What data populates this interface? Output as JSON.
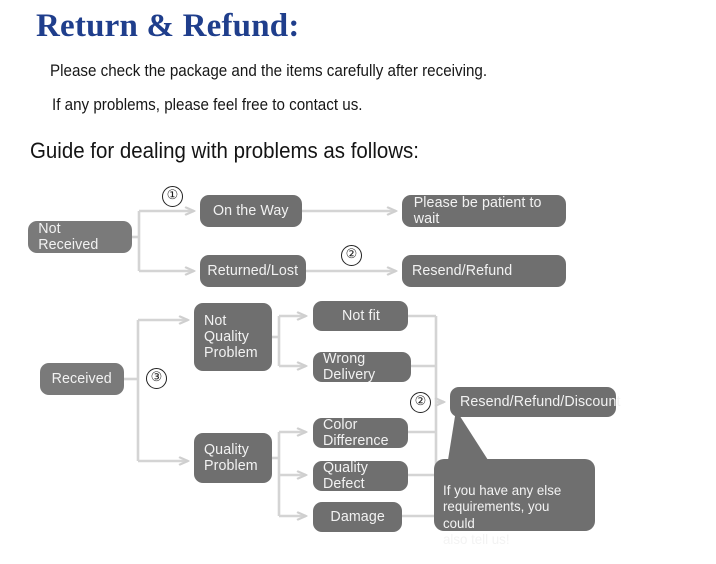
{
  "header": {
    "title": "Return & Refund:",
    "line1": "Please check the package and the items carefully after receiving.",
    "line2": "If any problems, please feel free to contact us.",
    "guide": "Guide for dealing with problems as follows:"
  },
  "colors": {
    "title": "#1f3e8c",
    "node_fill": "#6f6f6f",
    "node_fill_light": "#7a7a7a",
    "node_text": "#f2f2f2",
    "wire": "#d2d2d2",
    "page_bg": "#ffffff"
  },
  "flowchart": {
    "markers": [
      {
        "name": "marker-1",
        "label": "①"
      },
      {
        "name": "marker-2-top",
        "label": "②"
      },
      {
        "name": "marker-3",
        "label": "③"
      },
      {
        "name": "marker-2-bottom",
        "label": "②"
      }
    ],
    "nodes": {
      "not_received": "Not Received",
      "on_the_way": "On the Way",
      "returned_lost": "Returned/Lost",
      "please_wait": "Please be patient to wait",
      "resend_refund": "Resend/Refund",
      "received": "Received",
      "not_quality_problem": "Not\nQuality\nProblem",
      "quality_problem": "Quality\nProblem",
      "not_fit": "Not fit",
      "wrong_delivery": "Wrong Delivery",
      "color_difference": "Color Difference",
      "quality_defect": "Quality Defect",
      "damage": "Damage",
      "resend_refund_discount": "Resend/Refund/Discount"
    },
    "callout": "If you have any else\nrequirements, you could\nalso tell us!"
  }
}
